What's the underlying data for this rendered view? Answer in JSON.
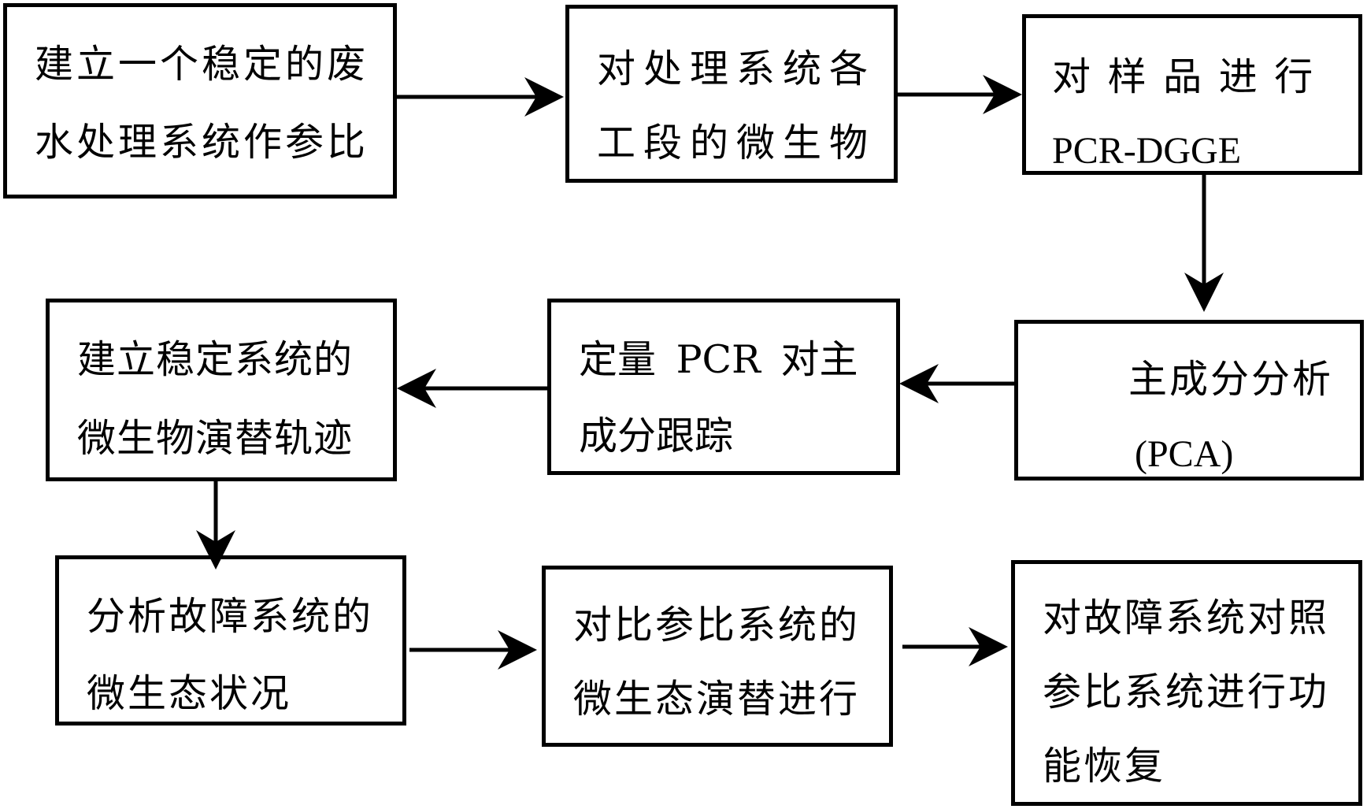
{
  "boxes": {
    "b1": {
      "lines": [
        "建立一个稳定的废",
        "水处理系统作参比"
      ]
    },
    "b2": {
      "lines": [
        "对处理系统各",
        "工段的微生物"
      ]
    },
    "b3": {
      "lines": [
        "对 样 品 进 行",
        "PCR-DGGE"
      ]
    },
    "b4": {
      "lines": [
        "主成分分析",
        "(PCA)"
      ]
    },
    "b5": {
      "lines": [
        "定量 PCR 对主",
        "成分跟踪"
      ]
    },
    "b6": {
      "lines": [
        "建立稳定系统的",
        "微生物演替轨迹"
      ]
    },
    "b7": {
      "lines": [
        "分析故障系统的",
        "微生态状况"
      ]
    },
    "b8": {
      "lines": [
        "对比参比系统的",
        "微生态演替进行"
      ]
    },
    "b9": {
      "lines": [
        "对故障系统对照",
        "参比系统进行功",
        "能恢复"
      ]
    }
  }
}
